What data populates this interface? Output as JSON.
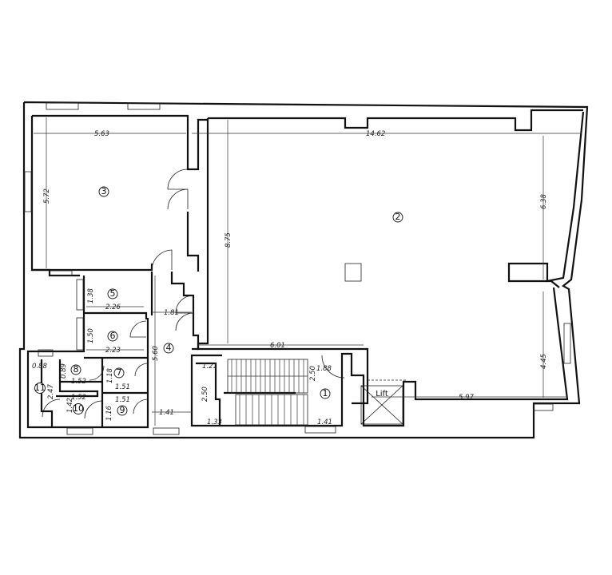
{
  "rooms": [
    "1",
    "2",
    "3",
    "4",
    "5",
    "6",
    "7",
    "8",
    "9",
    "10",
    "11"
  ],
  "lift_label": "Lift",
  "dimensions": {
    "d563": "5.63",
    "d1462": "14.62",
    "d572": "5.72",
    "d638": "6.38",
    "d875": "8.75",
    "d138": "1.38",
    "d226": "2.26",
    "d181": "1.81",
    "d150": "1.50",
    "d223": "2.23",
    "d560": "5.60",
    "d601": "6.01",
    "d445": "4.45",
    "d088": "0.88",
    "d089": "0.89",
    "d152a": "1.52",
    "d118": "1.18",
    "d151a": "1.51",
    "d247": "2.47",
    "d152b": "1.52",
    "d151b": "1.51",
    "d142": "1.42",
    "d116": "1.16",
    "d141a": "1.41",
    "d121": "1.21",
    "d250a": "2.50",
    "d133": "1.33",
    "d250b": "2.50",
    "d188": "1.88",
    "d141b": "1.41",
    "d597": "5.97"
  }
}
